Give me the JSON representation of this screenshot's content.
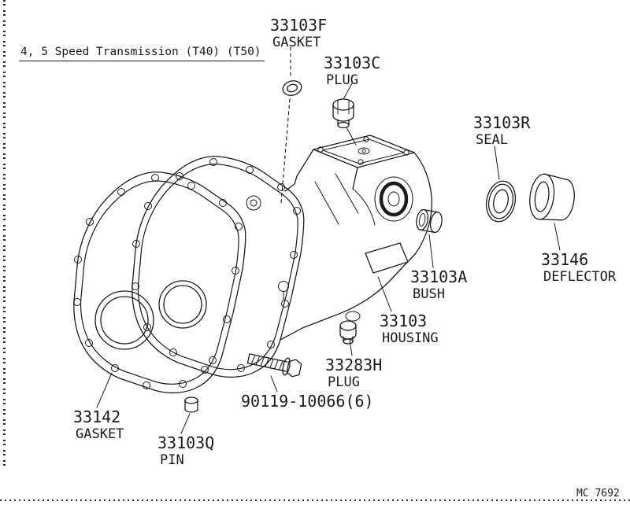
{
  "title": "4, 5 Speed Transmission (T40) (T50)",
  "figure_code": "MC 7692",
  "colors": {
    "ink": "#1b1b1b",
    "paper": "#ffffff"
  },
  "parts": [
    {
      "number": "33103F",
      "name": "GASKET"
    },
    {
      "number": "33103C",
      "name": "PLUG"
    },
    {
      "number": "33103R",
      "name": "SEAL"
    },
    {
      "number": "33146",
      "name": "DEFLECTOR"
    },
    {
      "number": "33103A",
      "name": "BUSH"
    },
    {
      "number": "33103",
      "name": "HOUSING"
    },
    {
      "number": "33283H",
      "name": "PLUG"
    },
    {
      "number": "90119-10066(6)",
      "name": ""
    },
    {
      "number": "33142",
      "name": "GASKET"
    },
    {
      "number": "33103Q",
      "name": "PIN"
    }
  ]
}
